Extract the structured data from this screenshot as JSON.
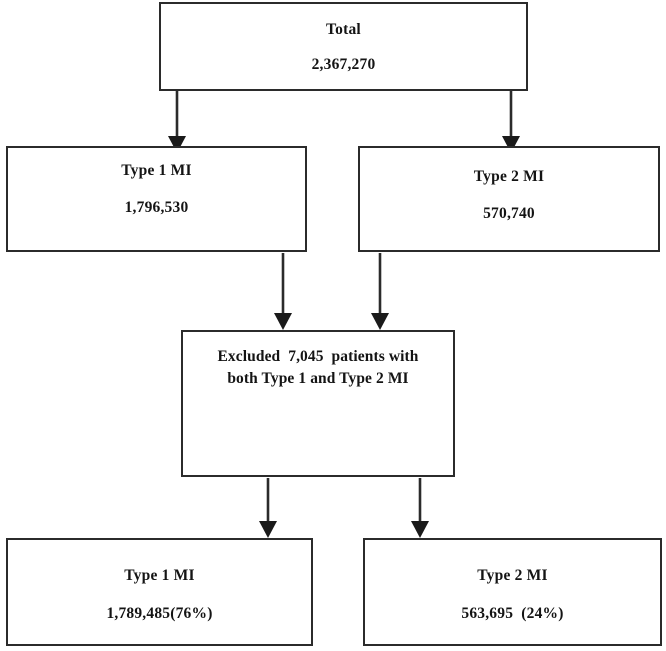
{
  "chart_data": {
    "type": "diagram",
    "title": "Patient cohort flow diagram",
    "diagram_kind": "flowchart",
    "nodes": [
      {
        "id": "total",
        "title": "Total",
        "value": "2,367,270",
        "count": 2367270
      },
      {
        "id": "type1_initial",
        "title": "Type 1 MI",
        "value": "1,796,530",
        "count": 1796530
      },
      {
        "id": "type2_initial",
        "title": "Type 2 MI",
        "value": "570,740",
        "count": 570740
      },
      {
        "id": "excluded",
        "line1": "Excluded  7,045  patients with",
        "line2": "both Type 1 and Type 2 MI",
        "count": 7045
      },
      {
        "id": "type1_final",
        "title": "Type 1 MI",
        "value": "1,789,485(76%)",
        "count": 1789485,
        "percent": 76
      },
      {
        "id": "type2_final",
        "title": "Type 2 MI",
        "value": "563,695  (24%)",
        "count": 563695,
        "percent": 24
      }
    ],
    "edges": [
      {
        "from": "total",
        "to": "type1_initial"
      },
      {
        "from": "total",
        "to": "type2_initial"
      },
      {
        "from": "type1_initial",
        "to": "excluded"
      },
      {
        "from": "type2_initial",
        "to": "excluded"
      },
      {
        "from": "excluded",
        "to": "type1_final"
      },
      {
        "from": "excluded",
        "to": "type2_final"
      }
    ],
    "colors": {
      "border": "#2b2b2b",
      "text": "#141414",
      "arrow": "#1a1a1a",
      "background": "#ffffff"
    }
  },
  "nodes": {
    "total": {
      "title": "Total",
      "value": "2,367,270"
    },
    "type1_initial": {
      "title": "Type 1 MI",
      "value": "1,796,530"
    },
    "type2_initial": {
      "title": "Type 2 MI",
      "value": "570,740"
    },
    "excluded": {
      "line1": "Excluded  7,045  patients with",
      "line2": "both Type 1 and Type 2 MI"
    },
    "type1_final": {
      "title": "Type 1 MI",
      "value": "1,789,485(76%)"
    },
    "type2_final": {
      "title": "Type 2 MI",
      "value": "563,695  (24%)"
    }
  }
}
